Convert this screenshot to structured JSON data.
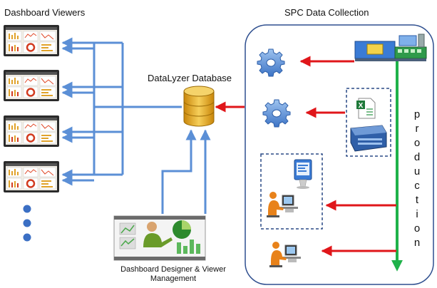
{
  "titles": {
    "viewers": "Dashboard Viewers",
    "spc": "SPC Data Collection",
    "database": "DataLyzer Database",
    "designer_line1": "Dashboard  Designer & Viewer",
    "designer_line2": "Management"
  },
  "production_letters": [
    "p",
    "r",
    "o",
    "d",
    "u",
    "c",
    "t",
    "i",
    "o",
    "n"
  ],
  "viewer_count": 4,
  "more_dots": 3,
  "sources": [
    {
      "name": "machine-gear-source",
      "icon": "gear-icon"
    },
    {
      "name": "file-device-gear-source",
      "icon": "gear-icon"
    },
    {
      "name": "operator-terminal-source",
      "icon": "operator-at-computer-icon"
    },
    {
      "name": "operator-manual-source",
      "icon": "operator-at-computer-icon"
    }
  ],
  "colors": {
    "blue_line": "#5b8fd6",
    "red_arrow": "#e0161a",
    "green_arrow": "#1fb24a",
    "db_gold": "#e3a81c",
    "panel_border": "#2f4f8f",
    "dashed_border": "#2a4a86",
    "dots": "#3b6fc4"
  }
}
